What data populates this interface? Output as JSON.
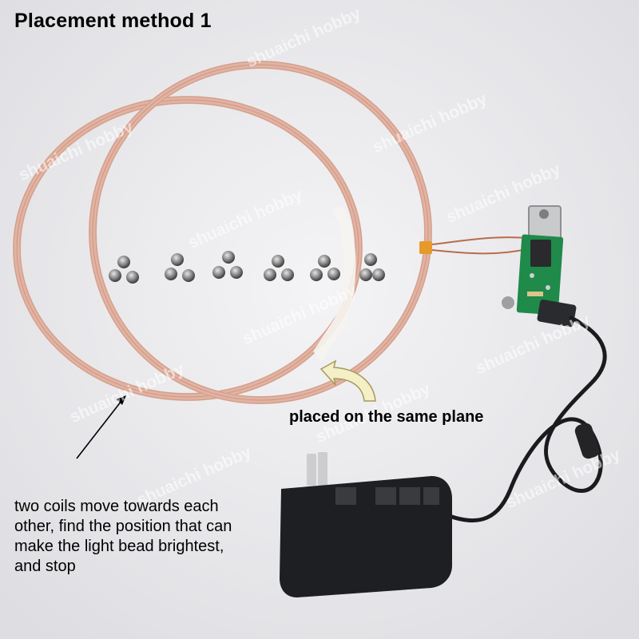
{
  "title": "Placement method 1",
  "label_same_plane": "placed on the same plane",
  "instructions": "two coils move towards each\nother, find the position that can\nmake the light bead brightest,\nand stop",
  "watermark": "shuaichi hobby",
  "colors": {
    "background": "#ececee",
    "coil": "#dca896",
    "pcb": "#1f8a4a",
    "adapter": "#1e1f22",
    "arrow_fill": "#f4efc6",
    "arrow_stroke": "#a59a5c"
  }
}
